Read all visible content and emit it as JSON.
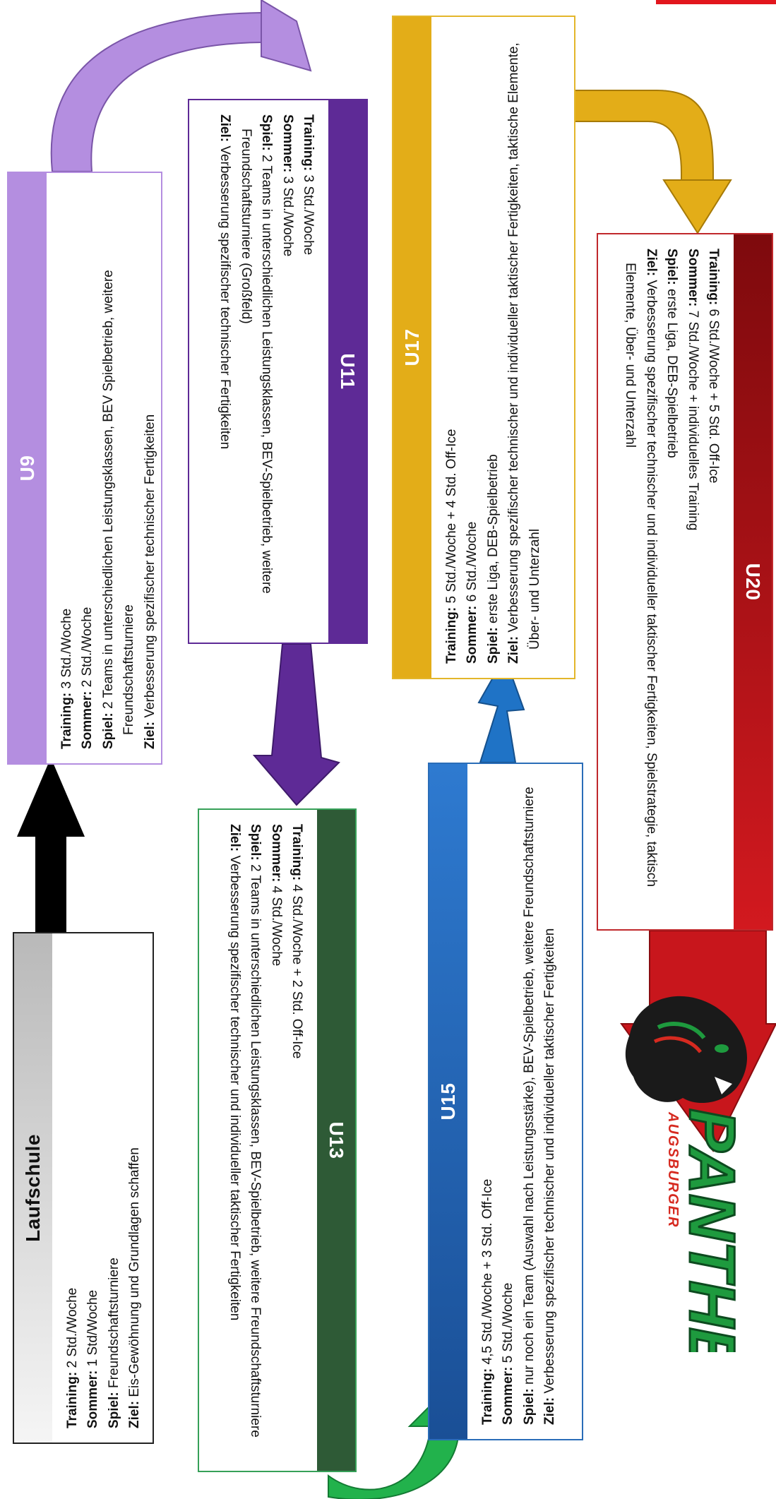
{
  "labels": {
    "training": "Training:",
    "sommer": "Sommer:",
    "spiel": "Spiel:",
    "ziel": "Ziel:"
  },
  "cards": {
    "laufschule": {
      "title": "Laufschule",
      "training": "2 Std./Woche",
      "sommer": "1 Std/Woche",
      "spiel": "Freundschaftsturniere",
      "ziel": "Eis-Gewöhnung und Grundlagen schaffen",
      "header_color": "#d8d8d8",
      "title_color": "#111111",
      "border_color": "#222222"
    },
    "u9": {
      "title": "U9",
      "training": "3 Std./Woche",
      "sommer": "2 Std./Woche",
      "spiel": "2 Teams in unterschiedlichen Leistungsklassen, BEV Spielbetrieb, weitere Freundschaftsturniere",
      "ziel": "Verbesserung spezifischer technischer Fertigkeiten",
      "header_color": "#b48ee0",
      "title_color": "#ffffff",
      "border_color": "#b48ee0"
    },
    "u11": {
      "title": "U11",
      "training": "3 Std./Woche",
      "sommer": "3 Std./Woche",
      "spiel": "2 Teams in unterschiedlichen Leistungsklassen, BEV-Spielbetrieb, weitere Freundschaftsturniere (Großfeld)",
      "ziel": "Verbesserung spezifischer technischer Fertigkeiten",
      "header_color": "#5e2a96",
      "title_color": "#ffffff",
      "border_color": "#5e2a96"
    },
    "u13": {
      "title": "U13",
      "training": "4 Std./Woche + 2 Std. Off-Ice",
      "sommer": "4 Std./Woche",
      "spiel": "2 Teams in unterschiedlichen Leistungsklassen, BEV-Spielbetrieb, weitere Freundschaftsturniere",
      "ziel": "Verbesserung spezifischer technischer und individueller taktischer Fertigkeiten",
      "header_color": "#2e5a36",
      "title_color": "#ffffff",
      "border_color": "#36a058"
    },
    "u15": {
      "title": "U15",
      "training": "4,5 Std./Woche + 3 Std. Off-Ice",
      "sommer": "5 Std./Woche",
      "spiel": "nur noch ein Team (Auswahl nach Leistungsstärke), BEV-Spielbetrieb, weitere Freundschaftsturniere",
      "ziel": "Verbesserung spezifischer technischer und individueller taktischer Fertigkeiten",
      "header_color": "#1f5fae",
      "title_color": "#ffffff",
      "border_color": "#2a6db8"
    },
    "u17": {
      "title": "U17",
      "training": "5 Std./Woche + 4 Std. Off-Ice",
      "sommer": "6 Std./Woche",
      "spiel": "erste Liga, DEB-Spielbetrieb",
      "ziel": "Verbesserung spezifischer technischer und individueller taktischer Fertigkeiten, taktische Elemente, Über- und Unterzahl",
      "header_color": "#e3ad18",
      "title_color": "#ffffff",
      "border_color": "#e3b62b"
    },
    "u20": {
      "title": "U20",
      "training": "6 Std./Woche + 5 Std. Off-Ice",
      "sommer": "7 Std./Woche + individuelles Training",
      "spiel": "erste Liga, DEB-Spielbetrieb",
      "ziel": "Verbesserung spezifischer technischer und individueller taktischer Fertigkeiten, Spielstrategie, taktisch Elemente, Über- und Unterzahl",
      "header_color": "#a81015",
      "title_color": "#ffffff",
      "border_color": "#c0282c"
    }
  },
  "logo": {
    "top_word": "AUGSBURGER",
    "main_word": "PANTHER",
    "green": "#1e9a3e",
    "dark": "#1a1a1a",
    "red": "#d62a20"
  },
  "colors": {
    "arrow_black": "#000000",
    "arrow_lilac": "#b48ee0",
    "arrow_purple": "#5e2a96",
    "arrow_green": "#22b24c",
    "arrow_blue": "#1f73c6",
    "arrow_gold": "#e3ad18",
    "arrow_red": "#c8161c",
    "corner_bar": "#e2161d"
  }
}
